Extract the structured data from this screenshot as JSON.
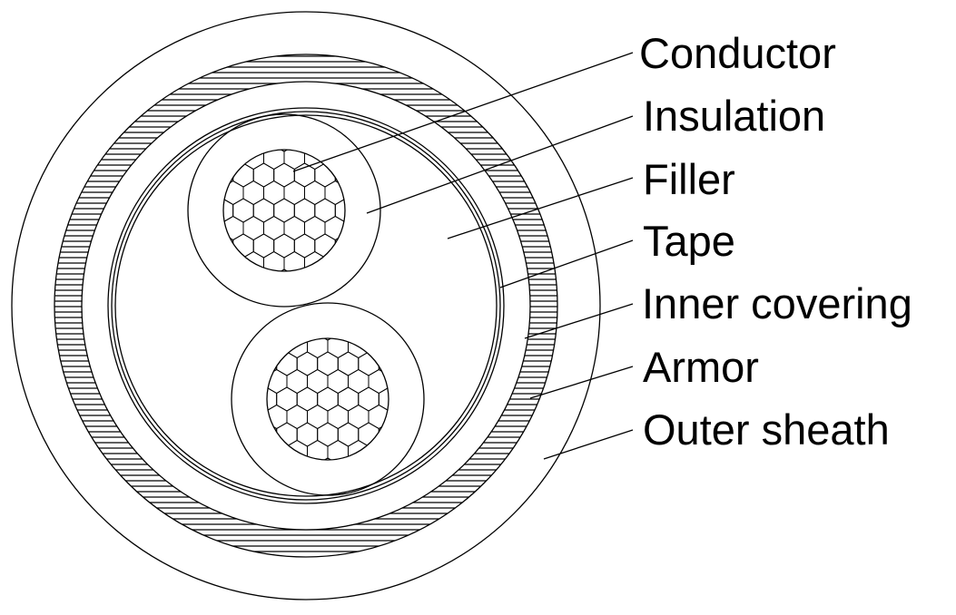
{
  "diagram": {
    "labels": [
      {
        "id": "conductor",
        "text": "Conductor"
      },
      {
        "id": "insulation",
        "text": "Insulation"
      },
      {
        "id": "filler",
        "text": "Filler"
      },
      {
        "id": "tape",
        "text": "Tape"
      },
      {
        "id": "inner-covering",
        "text": "Inner covering"
      },
      {
        "id": "armor",
        "text": "Armor"
      },
      {
        "id": "outer-sheath",
        "text": "Outer sheath"
      }
    ],
    "line_color": "#000000",
    "background": "#ffffff"
  }
}
